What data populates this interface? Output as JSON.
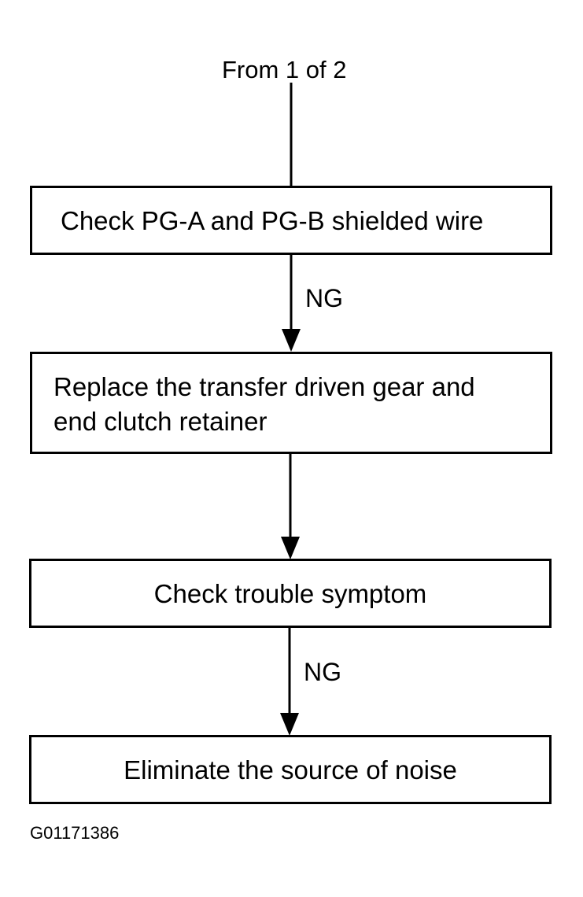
{
  "flow": {
    "start_label": "From 1 of 2",
    "steps": [
      {
        "text": "Check PG-A and PG-B shielded wire"
      },
      {
        "line1": "Replace the transfer driven gear and",
        "line2": "end clutch retainer"
      },
      {
        "text": "Check trouble symptom"
      },
      {
        "text": "Eliminate the source of noise"
      }
    ],
    "connectors": [
      {
        "label": "NG"
      },
      {
        "label": ""
      },
      {
        "label": "NG"
      }
    ]
  },
  "figure_id": "G01171386"
}
